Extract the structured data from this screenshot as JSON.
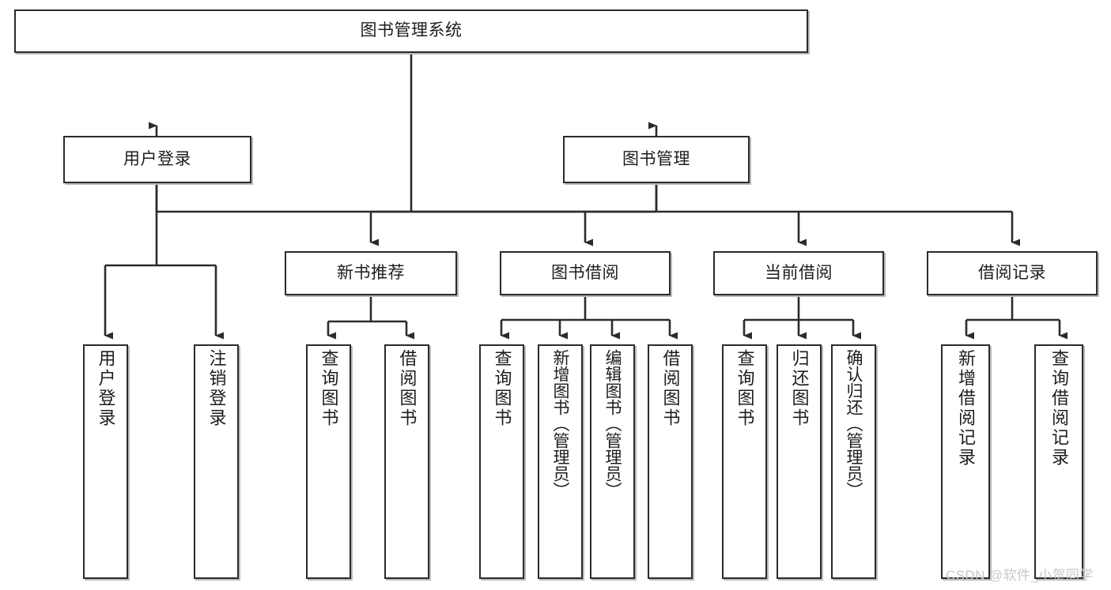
{
  "diagram": {
    "title": "图书管理系统",
    "type": "tree-hierarchy-chart",
    "colors": {
      "box_border": "#2b2b2b",
      "box_fill": "#ffffff",
      "connector": "#2b2b2b",
      "shadow": "#b9b9b9",
      "watermark": "#c8c8c8"
    },
    "root": {
      "label": "图书管理系统"
    },
    "level2": [
      {
        "id": "user-login",
        "label": "用户登录"
      },
      {
        "id": "book-management",
        "label": "图书管理"
      }
    ],
    "level3": [
      {
        "id": "new-book-recommend",
        "label": "新书推荐"
      },
      {
        "id": "book-borrow",
        "label": "图书借阅"
      },
      {
        "id": "current-borrow",
        "label": "当前借阅"
      },
      {
        "id": "borrow-record",
        "label": "借阅记录"
      }
    ],
    "leaves": {
      "user_login": [
        {
          "id": "leaf-user-login",
          "label": "用户登录"
        },
        {
          "id": "leaf-logout-login",
          "label": "注销登录"
        }
      ],
      "new_book_recommend": [
        {
          "id": "leaf-query-book-1",
          "label": "查询图书"
        },
        {
          "id": "leaf-borrow-book-1",
          "label": "借阅图书"
        }
      ],
      "book_borrow": [
        {
          "id": "leaf-query-book-2",
          "label": "查询图书"
        },
        {
          "id": "leaf-add-book",
          "label": "新增图书（管理员）"
        },
        {
          "id": "leaf-edit-book",
          "label": "编辑图书（管理员）"
        },
        {
          "id": "leaf-borrow-book-2",
          "label": "借阅图书"
        }
      ],
      "current_borrow": [
        {
          "id": "leaf-query-book-3",
          "label": "查询图书"
        },
        {
          "id": "leaf-return-book",
          "label": "归还图书"
        },
        {
          "id": "leaf-confirm-return",
          "label": "确认归还（管理员）"
        }
      ],
      "borrow_record": [
        {
          "id": "leaf-add-record",
          "label": "新增借阅记录"
        },
        {
          "id": "leaf-query-record",
          "label": "查询借阅记录"
        }
      ]
    }
  },
  "watermark": {
    "text": "CSDN @软件_小贺同学"
  }
}
